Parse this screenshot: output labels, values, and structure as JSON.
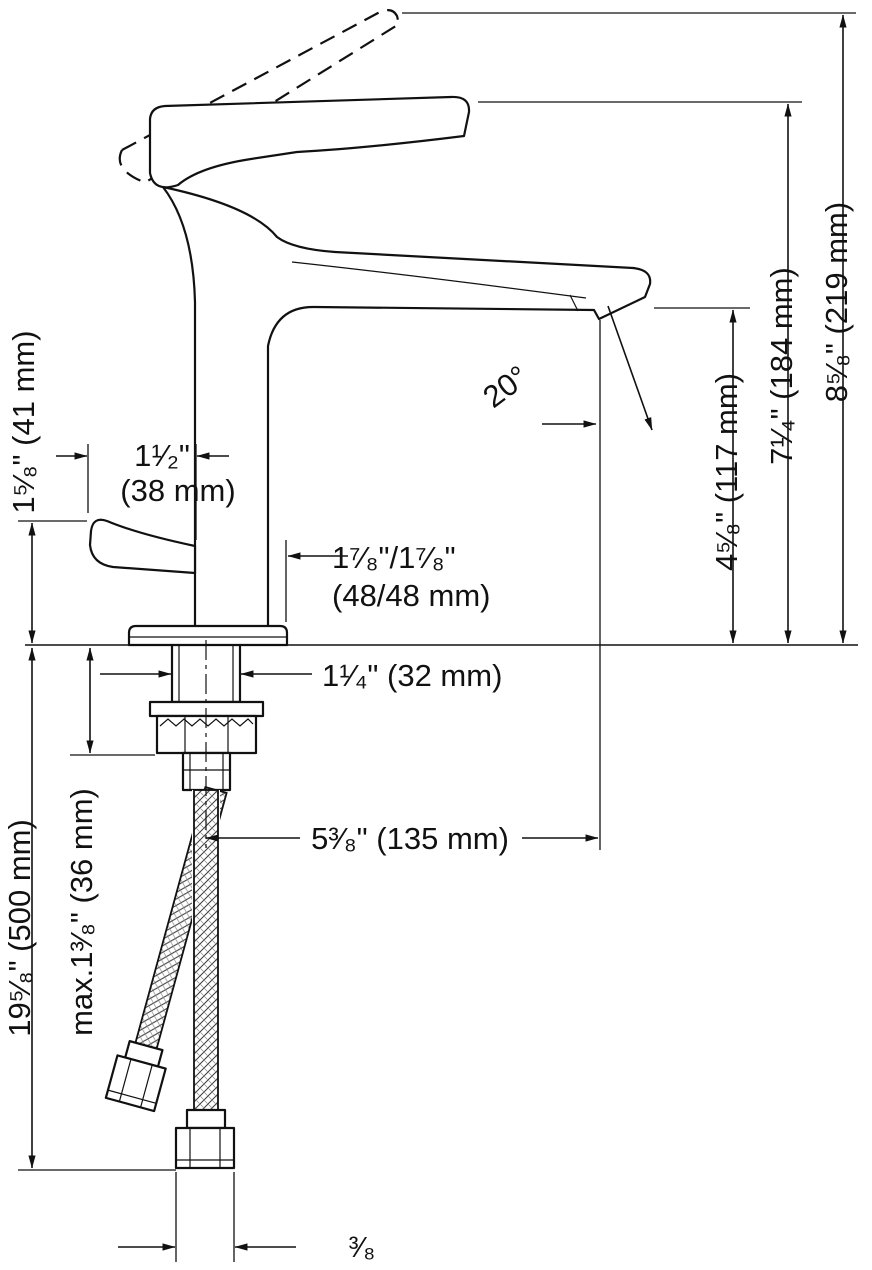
{
  "drawing": {
    "background": "#ffffff",
    "line_color": "#111111"
  },
  "labels": {
    "lever_height": "1⁵⁄₈\" (41 mm)",
    "lever_reach_in": "1¹⁄₂\"",
    "lever_reach_mm": "(38 mm)",
    "offset_in": "1⁷⁄₈\"/1⁷⁄₈\"",
    "offset_mm": "(48/48 mm)",
    "hole_diameter": "1¹⁄₄\" (32 mm)",
    "spray_angle": "20°",
    "outlet_height": "4⁵⁄₈\" (117 mm)",
    "body_height": "7¹⁄₄\" (184 mm)",
    "total_height": "8⁵⁄₈\" (219 mm)",
    "spout_reach": "5³⁄₈\" (135 mm)",
    "hose_length": "19⁵⁄₈\" (500 mm)",
    "max_mounting_thickness": "max.1³⁄₈\" (36 mm)",
    "connection_size": "³⁄₈"
  }
}
